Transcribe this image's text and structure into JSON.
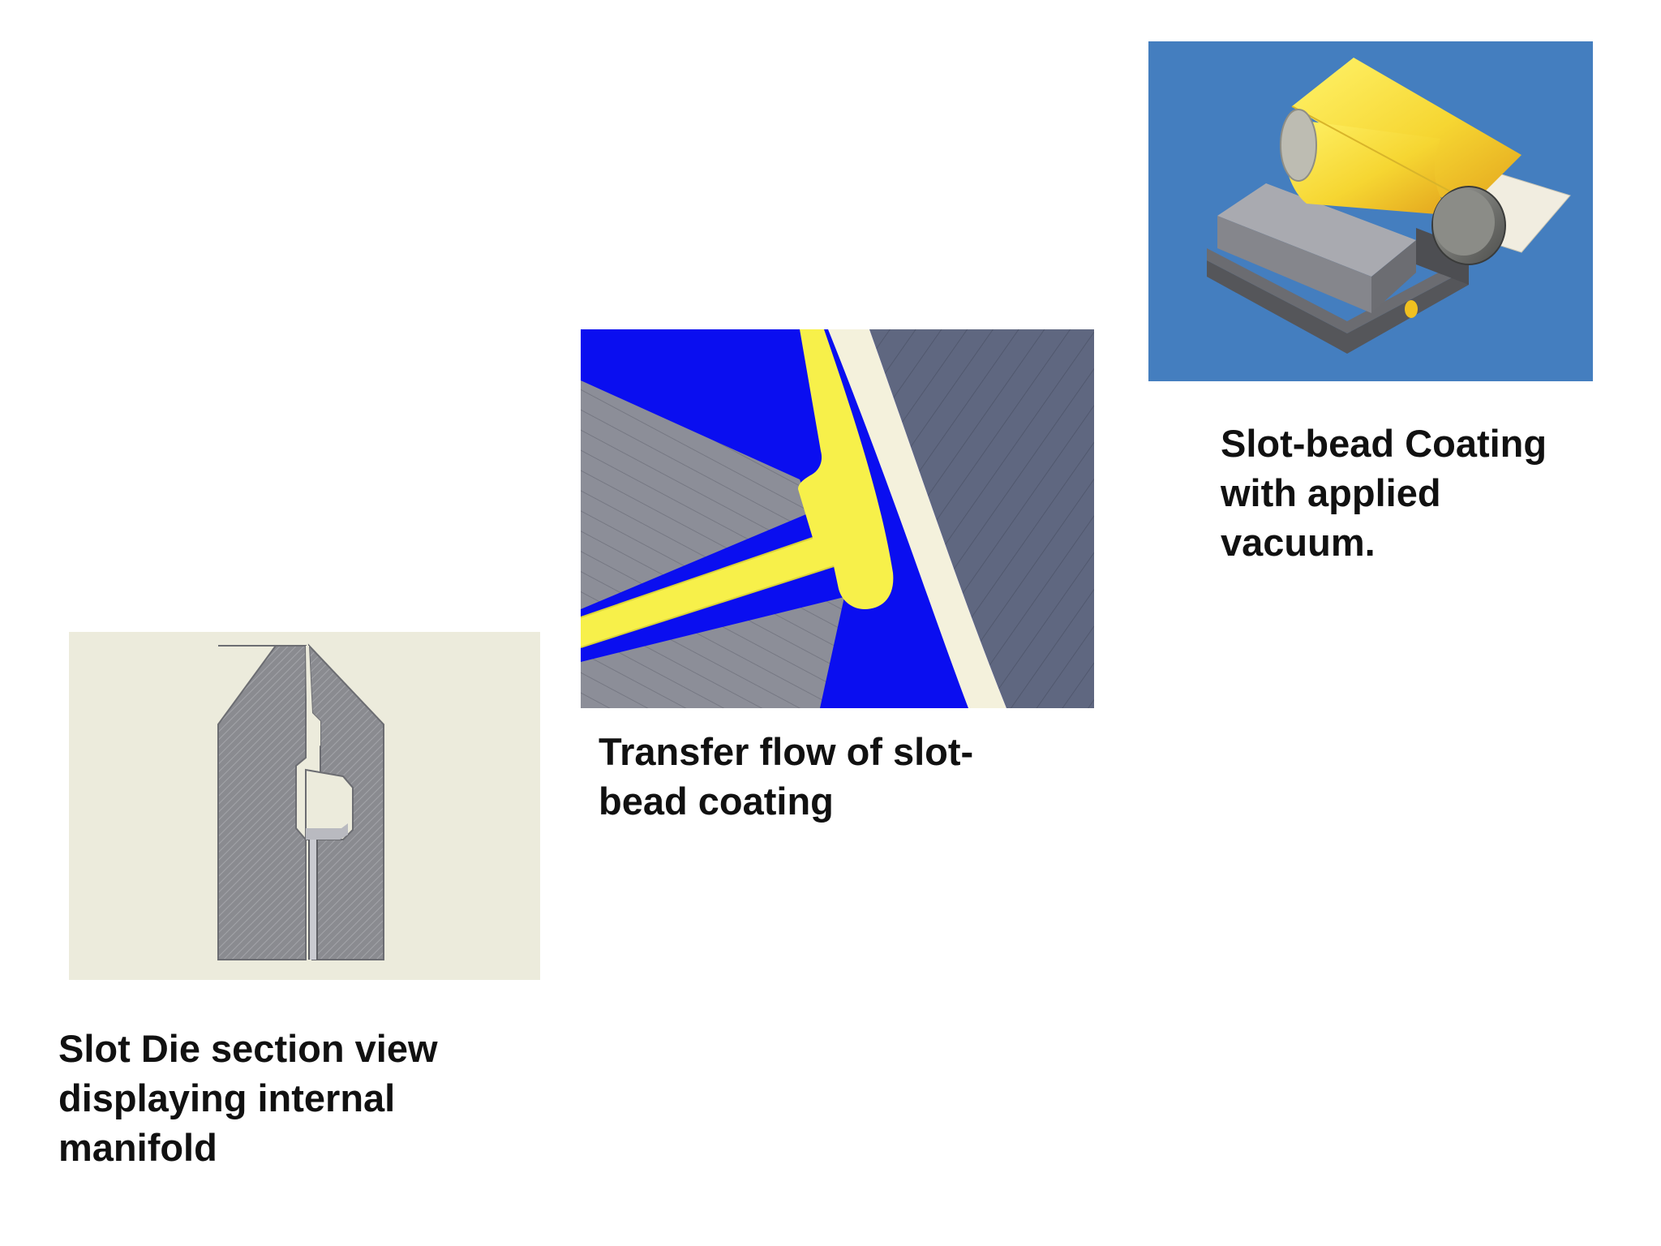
{
  "slide": {
    "figures": [
      {
        "id": "slot-die-section",
        "caption": "Slot Die section view\ndisplaying internal\nmanifold"
      },
      {
        "id": "transfer-flow",
        "caption": "Transfer flow of slot-\nbead coating"
      },
      {
        "id": "slot-bead-vacuum",
        "caption": "Slot-bead Coating\nwith applied\nvacuum."
      }
    ]
  },
  "colors": {
    "page_background": "#ffffff",
    "caption_text": "#111111",
    "die_background": "#ecebdc",
    "die_steel": "#8a8b90",
    "flow_blue": "#0a0ef0",
    "flow_yellow": "#f7f04a",
    "flow_film": "#f4f1dc",
    "flow_roll": "#5f6780",
    "coater_background": "#447ebf",
    "coater_roll": "#f5d233",
    "coater_die": "#7d7e84"
  }
}
